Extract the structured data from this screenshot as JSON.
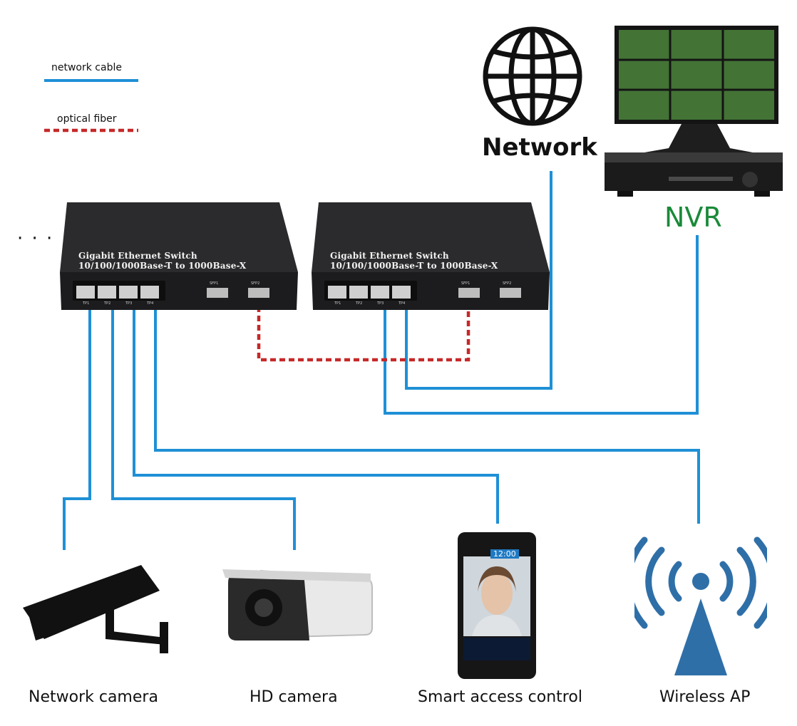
{
  "legend": {
    "network_cable": "network cable",
    "optical_fiber": "optical fiber",
    "cable_color": "#1e90d6",
    "fiber_color": "#c62828"
  },
  "ellipsis": "· · ·",
  "switches": [
    {
      "title_line1": "Gigabit Ethernet Switch",
      "title_line2": "10/100/1000Base-T to 1000Base-X",
      "ports": [
        "TP1",
        "TP2",
        "TP3",
        "TP4"
      ],
      "sfp": [
        "SFP1",
        "SFP2"
      ]
    },
    {
      "title_line1": "Gigabit Ethernet Switch",
      "title_line2": "10/100/1000Base-T to 1000Base-X",
      "ports": [
        "TP1",
        "TP2",
        "TP3",
        "TP4"
      ],
      "sfp": [
        "SFP1",
        "SFP2"
      ]
    }
  ],
  "network": {
    "label": "Network",
    "icon": "globe-icon"
  },
  "nvr": {
    "label": "NVR",
    "color": "#1a8a3a",
    "icon": "monitor-nvr-icon"
  },
  "devices": {
    "network_camera": "Network camera",
    "hd_camera": "HD camera",
    "smart_access": "Smart access control",
    "smart_access_time": "12:00",
    "wireless_ap": "Wireless AP"
  }
}
